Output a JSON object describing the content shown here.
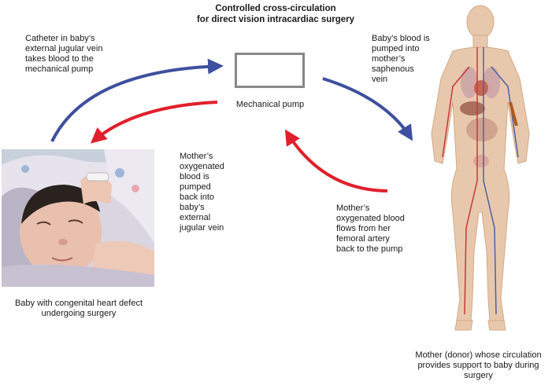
{
  "title": {
    "line1": "Controlled cross-circulation",
    "line2": "for direct vision intracardiac surgery"
  },
  "pump": {
    "label": "Mechanical pump"
  },
  "annotations": {
    "catheter": [
      "Catheter in baby’s",
      "external jugular vein",
      "takes blood to the",
      "mechanical pump"
    ],
    "pumped_into": [
      "Baby’s blood is",
      "pumped into",
      "mother’s",
      "saphenous",
      "vein"
    ],
    "pumped_back": [
      "Mother’s",
      "oxygenated",
      "blood is",
      "pumped",
      "back into",
      "baby’s",
      "external",
      "jugular vein"
    ],
    "femoral": [
      "Mother’s",
      "oxygenated blood",
      "flows from her",
      "femoral artery",
      "back to the pump"
    ]
  },
  "captions": {
    "baby": [
      "Baby with congenital heart defect",
      "undergoing surgery"
    ],
    "mother": [
      "Mother (donor) whose circulation",
      "provides support to baby during",
      "surgery"
    ]
  },
  "colors": {
    "venous_arrow": "#3d4f9e",
    "arterial_arrow": "#e0202c",
    "pump_border": "#888888"
  }
}
